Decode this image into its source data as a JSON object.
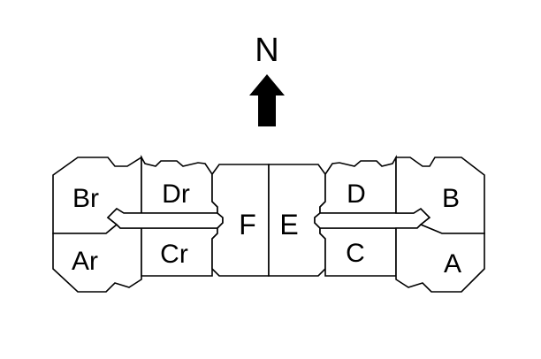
{
  "compass": {
    "label": "N",
    "arrow_icon": "arrow-up-icon"
  },
  "units": {
    "br": "Br",
    "dr": "Dr",
    "ar": "Ar",
    "cr": "Cr",
    "f": "F",
    "e": "E",
    "d": "D",
    "b": "B",
    "c": "C",
    "a": "A"
  },
  "colors": {
    "stroke": "#000000",
    "fill": "#ffffff"
  }
}
